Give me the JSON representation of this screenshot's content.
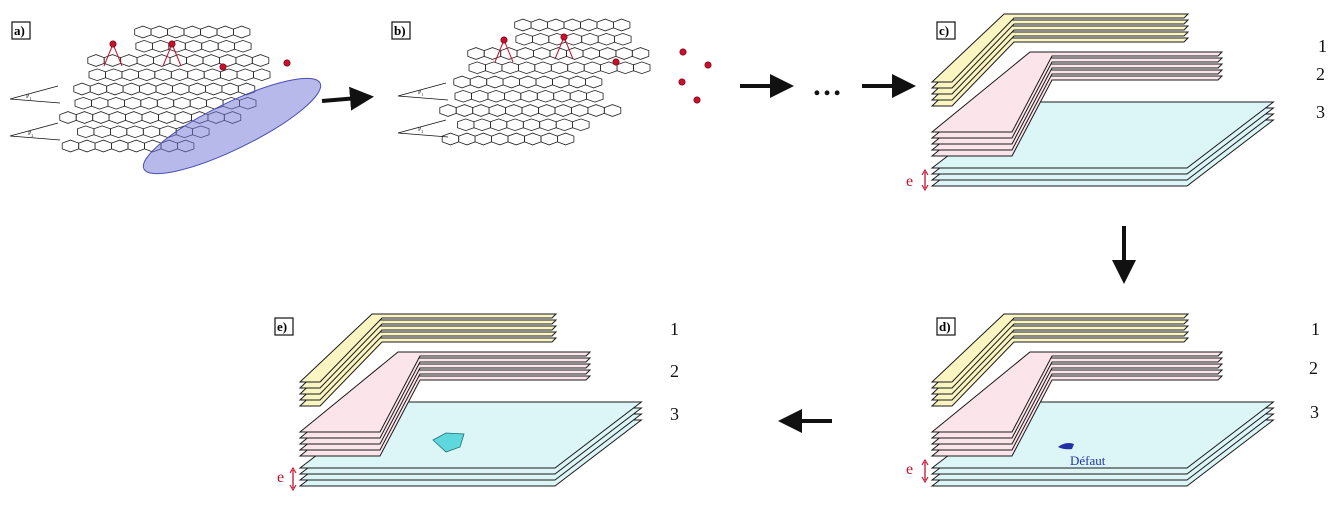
{
  "panels": {
    "a": {
      "label": "a)"
    },
    "b": {
      "label": "b)"
    },
    "c": {
      "label": "c)"
    },
    "d": {
      "label": "d)"
    },
    "e": {
      "label": "e)"
    }
  },
  "layer_numbers": [
    "1",
    "2",
    "3"
  ],
  "spacing_label": "e",
  "defect_label": "Défaut",
  "ellipsis": "…",
  "plane_labels": [
    "P",
    "P"
  ],
  "colors": {
    "layer1": "#fbf5c2",
    "layer2": "#fbe4ea",
    "layer3": "#dcf5f7",
    "edge": "#1a1a1a",
    "atom": "#c8102e",
    "highlight": "#6f74d8",
    "defect_fill": "#5fd8dd",
    "defect_mark": "#1f2fa6"
  }
}
